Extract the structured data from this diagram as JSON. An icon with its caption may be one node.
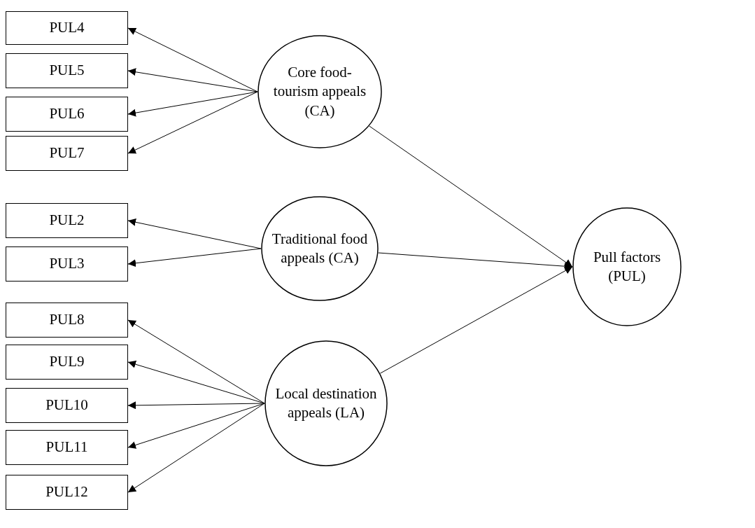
{
  "diagram": {
    "nodes": [
      {
        "text": [
          "PUL4"
        ]
      },
      {
        "text": [
          "PUL5"
        ]
      },
      {
        "text": [
          "PUL6"
        ]
      },
      {
        "text": [
          "PUL7"
        ]
      },
      {
        "text": [
          "PUL2"
        ]
      },
      {
        "text": [
          "PUL3"
        ]
      },
      {
        "text": [
          "PUL8"
        ]
      },
      {
        "text": [
          "PUL9"
        ]
      },
      {
        "text": [
          "PUL10"
        ]
      },
      {
        "text": [
          "PUL11"
        ]
      },
      {
        "text": [
          "PUL12"
        ]
      },
      {
        "text": [
          "Core food-tourism appeals (CA)"
        ]
      },
      {
        "text": [
          "Traditional food appeals (CA)"
        ]
      },
      {
        "text": [
          "Local destination appeals (LA)"
        ]
      },
      {
        "text": [
          "Pull factors (PUL)"
        ]
      }
    ],
    "edges": [
      {
        "from": 11,
        "to": 0,
        "arrow": "to"
      },
      {
        "from": 11,
        "to": 1,
        "arrow": "to"
      },
      {
        "from": 11,
        "to": 2,
        "arrow": "to"
      },
      {
        "from": 11,
        "to": 3,
        "arrow": "to"
      },
      {
        "from": 12,
        "to": 4,
        "arrow": "to"
      },
      {
        "from": 12,
        "to": 5,
        "arrow": "to"
      },
      {
        "from": 13,
        "to": 6,
        "arrow": "to"
      },
      {
        "from": 13,
        "to": 7,
        "arrow": "to"
      },
      {
        "from": 13,
        "to": 8,
        "arrow": "to"
      },
      {
        "from": 13,
        "to": 9,
        "arrow": "to"
      },
      {
        "from": 13,
        "to": 10,
        "arrow": "to"
      },
      {
        "from": 11,
        "to": 14,
        "arrow": "to"
      },
      {
        "from": 12,
        "to": 14,
        "arrow": "to"
      },
      {
        "from": 13,
        "to": 14,
        "arrow": "to"
      }
    ]
  }
}
